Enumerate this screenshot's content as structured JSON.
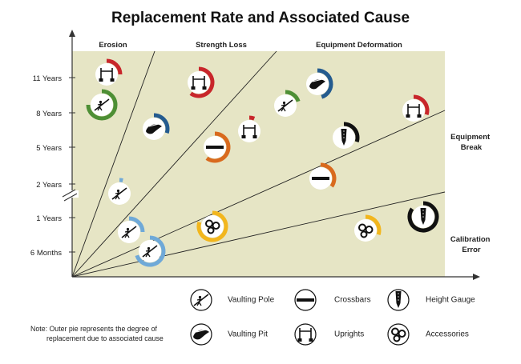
{
  "title": "Replacement Rate and Associated Cause",
  "regions": {
    "erosion": "Erosion",
    "strength_loss": "Strength Loss",
    "equipment_deformation": "Equipment Deformation"
  },
  "y_ticks": [
    "11 Years",
    "8 Years",
    "5 Years",
    "2 Years",
    "1 Years",
    "6 Months"
  ],
  "side_labels": {
    "equipment_break": [
      "Equipment",
      "Break"
    ],
    "calibration_error": [
      "Calibration",
      "Error"
    ]
  },
  "legend": {
    "vaulting_pole": "Vaulting Pole",
    "crossbars": "Crossbars",
    "height_gauge": "Height Gauge",
    "vaulting_pit": "Vaulting Pit",
    "uprights": "Uprights",
    "accessories": "Accessories"
  },
  "note": [
    "Note: Outer pie represents the degree of",
    "replacement due to associated cause"
  ],
  "colors": {
    "background": "#e6e5c5",
    "vaulting_pole": "#6fa9d8",
    "crossbars": "#d96a1e",
    "height_gauge": "#f2b61d",
    "vaulting_pit": "#245b8f",
    "uprights": "#c8262b",
    "accessories": "#f2b61d",
    "pole_high": "#4e8f35",
    "gauge_dark": "#111111"
  },
  "markers": [
    {
      "equipment": "uprights",
      "cause": "erosion",
      "replacement_time": "11 Years",
      "degree": 0.25,
      "color": "uprights"
    },
    {
      "equipment": "vaulting_pole",
      "cause": "erosion",
      "replacement_time": "8 Years",
      "degree": 0.75,
      "color": "pole_high"
    },
    {
      "equipment": "vaulting_pit",
      "cause": "strength_loss",
      "replacement_time": "5 Years",
      "degree": 0.3,
      "color": "vaulting_pit"
    },
    {
      "equipment": "vaulting_pole",
      "cause": "erosion",
      "replacement_time": "2 Years",
      "degree": 0.04,
      "color": "vaulting_pole"
    },
    {
      "equipment": "vaulting_pole",
      "cause": "erosion",
      "replacement_time": "1 Years",
      "degree": 0.25,
      "color": "vaulting_pole"
    },
    {
      "equipment": "vaulting_pole",
      "cause": "strength_loss",
      "replacement_time": "6 Months",
      "degree": 0.7,
      "color": "vaulting_pole"
    },
    {
      "equipment": "uprights",
      "cause": "strength_loss",
      "replacement_time": "11 Years",
      "degree": 0.6,
      "color": "uprights"
    },
    {
      "equipment": "crossbars",
      "cause": "strength_loss",
      "replacement_time": "5 Years",
      "degree": 0.6,
      "color": "crossbars"
    },
    {
      "equipment": "uprights",
      "cause": "strength_loss",
      "replacement_time": "5 Years",
      "degree": 0.06,
      "color": "uprights"
    },
    {
      "equipment": "accessories",
      "cause": "strength_loss",
      "replacement_time": "1 Years",
      "degree": 0.8,
      "color": "accessories"
    },
    {
      "equipment": "vaulting_pole",
      "cause": "equipment_deformation",
      "replacement_time": "8 Years",
      "degree": 0.2,
      "color": "pole_high"
    },
    {
      "equipment": "vaulting_pit",
      "cause": "equipment_deformation",
      "replacement_time": "11 Years",
      "degree": 0.45,
      "color": "vaulting_pit"
    },
    {
      "equipment": "height_gauge",
      "cause": "equipment_deformation",
      "replacement_time": "5 Years",
      "degree": 0.3,
      "color": "gauge_dark"
    },
    {
      "equipment": "crossbars",
      "cause": "equipment_break",
      "replacement_time": "2 Years",
      "degree": 0.35,
      "color": "crossbars"
    },
    {
      "equipment": "uprights",
      "cause": "equipment_break",
      "replacement_time": "8 Years",
      "degree": 0.3,
      "color": "uprights"
    },
    {
      "equipment": "accessories",
      "cause": "calibration_error",
      "replacement_time": "1 Years",
      "degree": 0.3,
      "color": "accessories"
    },
    {
      "equipment": "height_gauge",
      "cause": "calibration_error",
      "replacement_time": "1 Years",
      "degree": 0.85,
      "color": "gauge_dark"
    }
  ]
}
